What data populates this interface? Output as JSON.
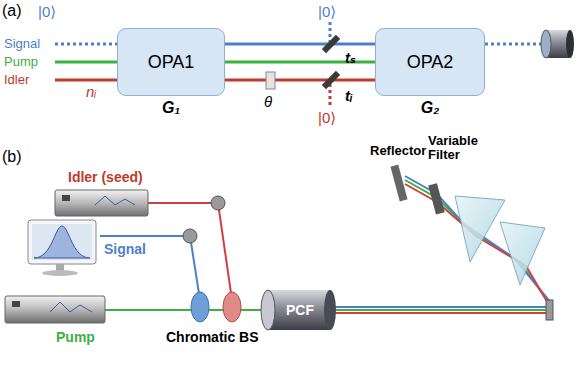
{
  "diagram": {
    "nodes": [
      {
        "text": [
          "OPA1",
          "G₁"
        ]
      },
      {
        "text": [
          "OPA2",
          "G₂"
        ]
      },
      {
        "text": [
          "PCF"
        ]
      }
    ],
    "edges": [
      {
        "from": 0,
        "to": 1,
        "arrow": "none"
      },
      {
        "from": 0,
        "to": 1,
        "arrow": "none"
      },
      {
        "from": 0,
        "to": 1,
        "arrow": "none"
      }
    ],
    "labels": [
      "(a)",
      "|0⟩",
      "Signal",
      "Pump",
      "Idler",
      "nᵢ",
      "θ",
      "|0⟩",
      "tₛ",
      "tᵢ",
      "|0⟩",
      "(b)",
      "Idler (seed)",
      "Signal",
      "Pump",
      "Chromatic BS",
      "Reflector",
      "Variable Filter"
    ]
  }
}
